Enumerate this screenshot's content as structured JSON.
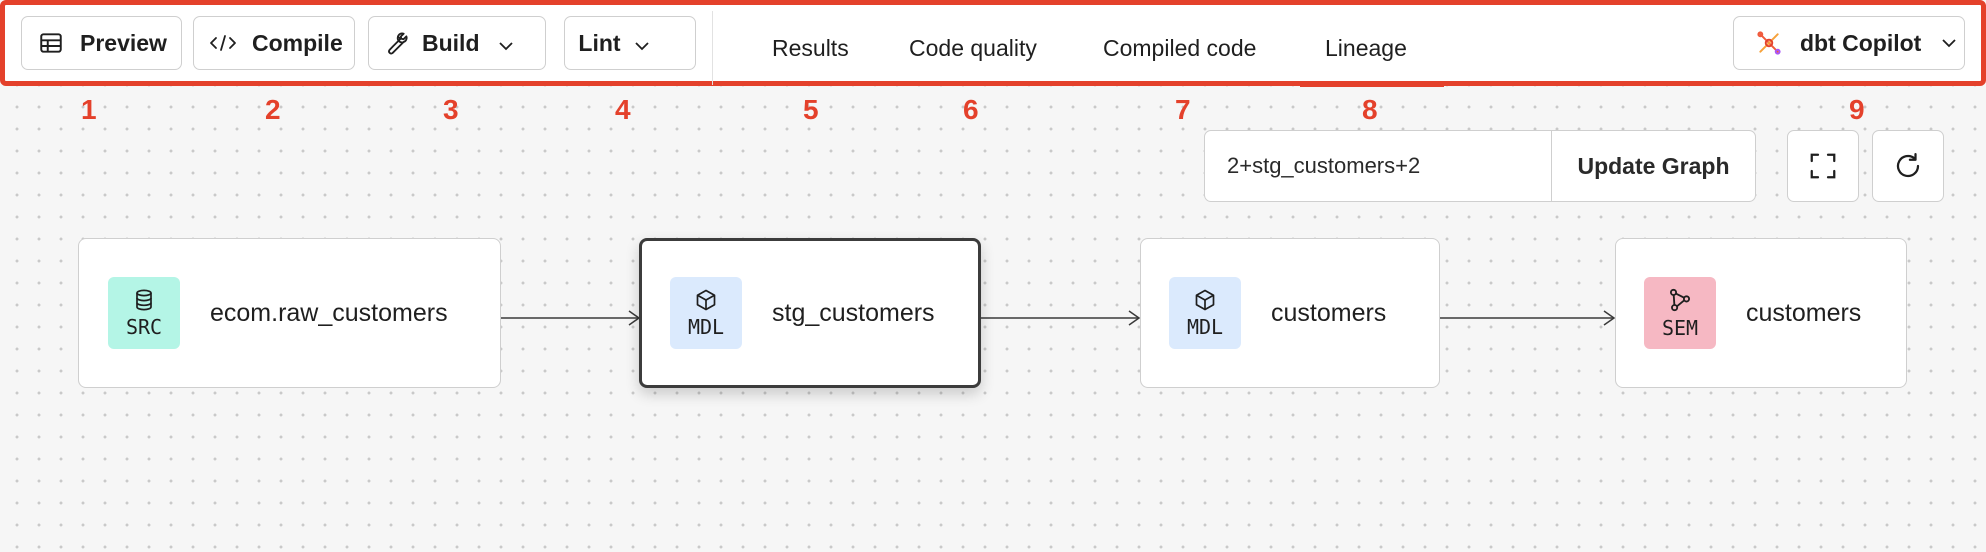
{
  "toolbar": {
    "preview_label": "Preview",
    "compile_label": "Compile",
    "build_label": "Build",
    "lint_label": "Lint",
    "tabs": [
      {
        "label": "Results"
      },
      {
        "label": "Code quality"
      },
      {
        "label": "Compiled code"
      },
      {
        "label": "Lineage",
        "active": true
      }
    ],
    "copilot_label": "dbt Copilot"
  },
  "callouts": [
    "1",
    "2",
    "3",
    "4",
    "5",
    "6",
    "7",
    "8",
    "9"
  ],
  "graph_controls": {
    "selector_value": "2+stg_customers+2",
    "update_label": "Update Graph"
  },
  "nodes": [
    {
      "type": "SRC",
      "label": "ecom.raw_customers",
      "icon": "database-icon",
      "color": "#b4f5e6"
    },
    {
      "type": "MDL",
      "label": "stg_customers",
      "icon": "cube-icon",
      "color": "#dbeafd",
      "selected": true
    },
    {
      "type": "MDL",
      "label": "customers",
      "icon": "cube-icon",
      "color": "#dbeafd"
    },
    {
      "type": "SEM",
      "label": "customers",
      "icon": "semantic-graph-icon",
      "color": "#f6b8c3"
    }
  ],
  "colors": {
    "accent": "#e4412b",
    "border": "#cfcfcf"
  }
}
